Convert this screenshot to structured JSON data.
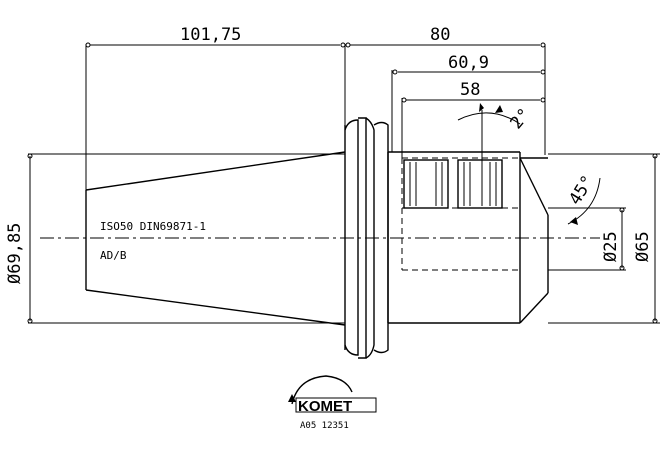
{
  "dimensions": {
    "length_taper": "101,75",
    "length_total": "80",
    "length_mid": "60,9",
    "length_bore": "58",
    "dia_flange": "Ø69,85",
    "dia_bore": "Ø25",
    "dia_body": "Ø65",
    "angle_taper": "2°",
    "angle_chamfer": "45°"
  },
  "notes": {
    "standard": "ISO50 DIN69871-1",
    "form": "AD/B"
  },
  "logo": {
    "brand": "KOMET",
    "part_number": "A05 12351"
  }
}
